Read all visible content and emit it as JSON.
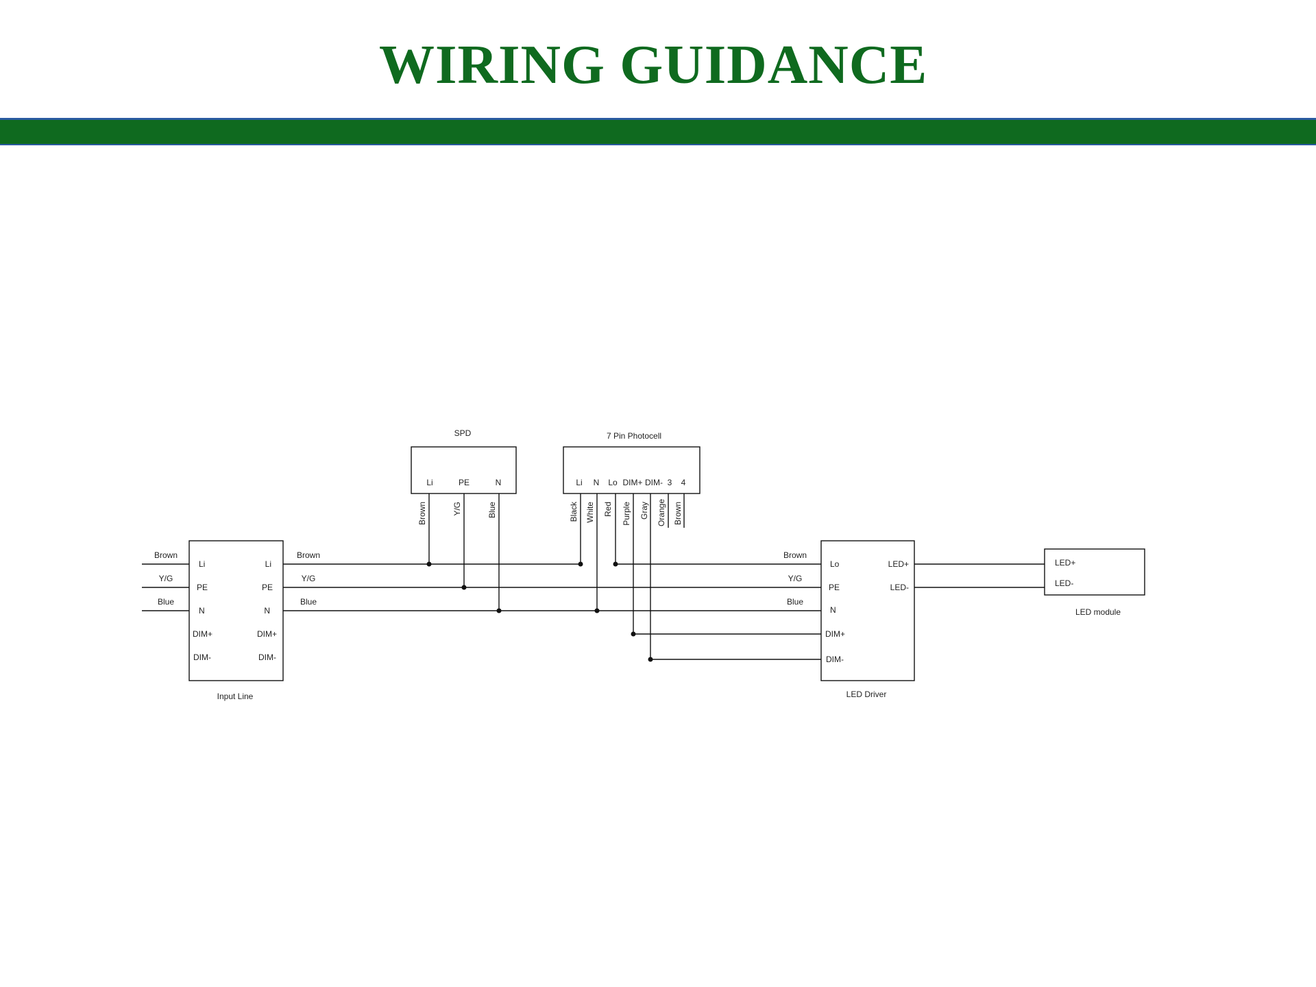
{
  "title": "WIRING GUIDANCE",
  "colors": {
    "title_green": "#0f6a1f",
    "band_green": "#0f6a1f",
    "band_border": "#2a5aa0"
  },
  "input_line": {
    "label": "Input Line",
    "left_pins": [
      "Li",
      "PE",
      "N",
      "DIM+",
      "DIM-"
    ],
    "right_pins": [
      "Li",
      "PE",
      "N",
      "DIM+",
      "DIM-"
    ],
    "left_wires": [
      "Brown",
      "Y/G",
      "Blue"
    ],
    "right_wires": [
      "Brown",
      "Y/G",
      "Blue"
    ]
  },
  "spd": {
    "label": "SPD",
    "pins": [
      "Li",
      "PE",
      "N"
    ],
    "wires": [
      "Brown",
      "Y/G",
      "Blue"
    ]
  },
  "photocell": {
    "label": "7 Pin Photocell",
    "pins": [
      "Li",
      "N",
      "Lo",
      "DIM+",
      "DIM-",
      "3",
      "4"
    ],
    "wires": [
      "Black",
      "White",
      "Red",
      "Purple",
      "Gray",
      "Orange",
      "Brown"
    ]
  },
  "led_driver": {
    "label": "LED Driver",
    "left_pins": [
      "Lo",
      "PE",
      "N",
      "DIM+",
      "DIM-"
    ],
    "right_pins": [
      "LED+",
      "LED-"
    ],
    "wires": [
      "Brown",
      "Y/G",
      "Blue"
    ]
  },
  "led_module": {
    "label": "LED module",
    "pins": [
      "LED+",
      "LED-"
    ]
  }
}
